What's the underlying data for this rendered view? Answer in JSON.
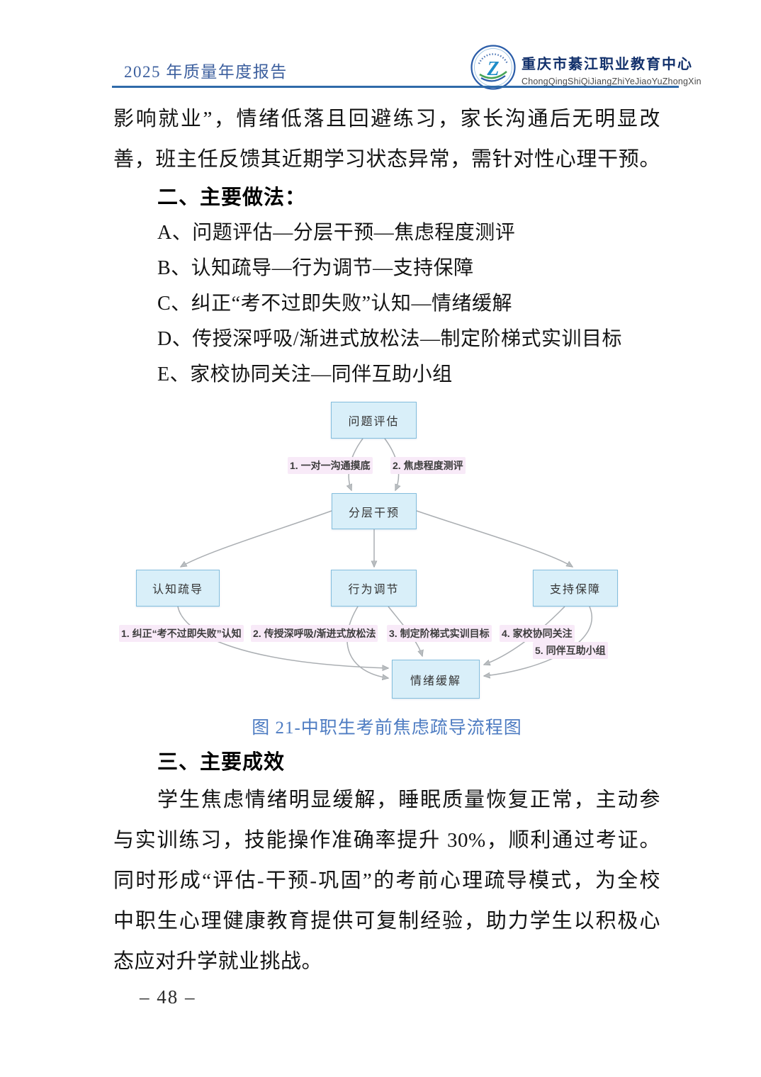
{
  "header": {
    "report_title": "2025 年质量年度报告",
    "org_name": "重庆市綦江职业教育中心",
    "org_pinyin": "ChongQingShiQiJiangZhiYeJiaoYuZhongXin",
    "logo_letter": "Z"
  },
  "intro": {
    "lines": [
      "影响就业”，情绪低落且回避练习，家长沟通后无明显改",
      "善，班主任反馈其近期学习状态异常，需针对性心理干预。"
    ]
  },
  "methods": {
    "heading": "二、主要做法：",
    "items": [
      "A、问题评估—分层干预—焦虑程度测评",
      "B、认知疏导—行为调节—支持保障",
      "C、纠正“考不过即失败”认知—情绪缓解",
      "D、传授深呼吸/渐进式放松法—制定阶梯式实训目标",
      "E、家校协同关注—同伴互助小组"
    ]
  },
  "flowchart": {
    "nodes": {
      "assess": "问题评估",
      "tiered": "分层干预",
      "cognitive": "认知疏导",
      "behavior": "行为调节",
      "support": "支持保障",
      "relief": "情绪缓解"
    },
    "edge_labels": [
      "1. 一对一沟通摸底",
      "2. 焦虑程度测评",
      "1. 纠正“考不过即失败”认知",
      "2. 传授深呼吸/渐进式放松法",
      "3. 制定阶梯式实训目标",
      "4. 家校协同关注",
      "5. 同伴互助小组"
    ],
    "caption": "图 21-中职生考前焦虑疏导流程图",
    "colors": {
      "node_fill": "#d9eff9",
      "node_border": "#84bedd",
      "edge_label_bg": "#f8eaf8",
      "arrow": "#aaaeb2"
    }
  },
  "results": {
    "heading": "三、主要成效",
    "lines": [
      "学生焦虑情绪明显缓解，睡眠质量恢复正常，主动参",
      "与实训练习，技能操作准确率提升 30%，顺利通过考证。",
      "同时形成“评估-干预-巩固”的考前心理疏导模式，为全校",
      "中职生心理健康教育提供可复制经验，助力学生以积极心",
      "态应对升学就业挑战。"
    ]
  },
  "footer": {
    "page_number": "– 48 –"
  },
  "colors": {
    "title_blue": "#3c5f9e",
    "org_navy": "#12306b",
    "rule_blue": "#2f6aa9",
    "caption_blue": "#4e7cc2"
  }
}
